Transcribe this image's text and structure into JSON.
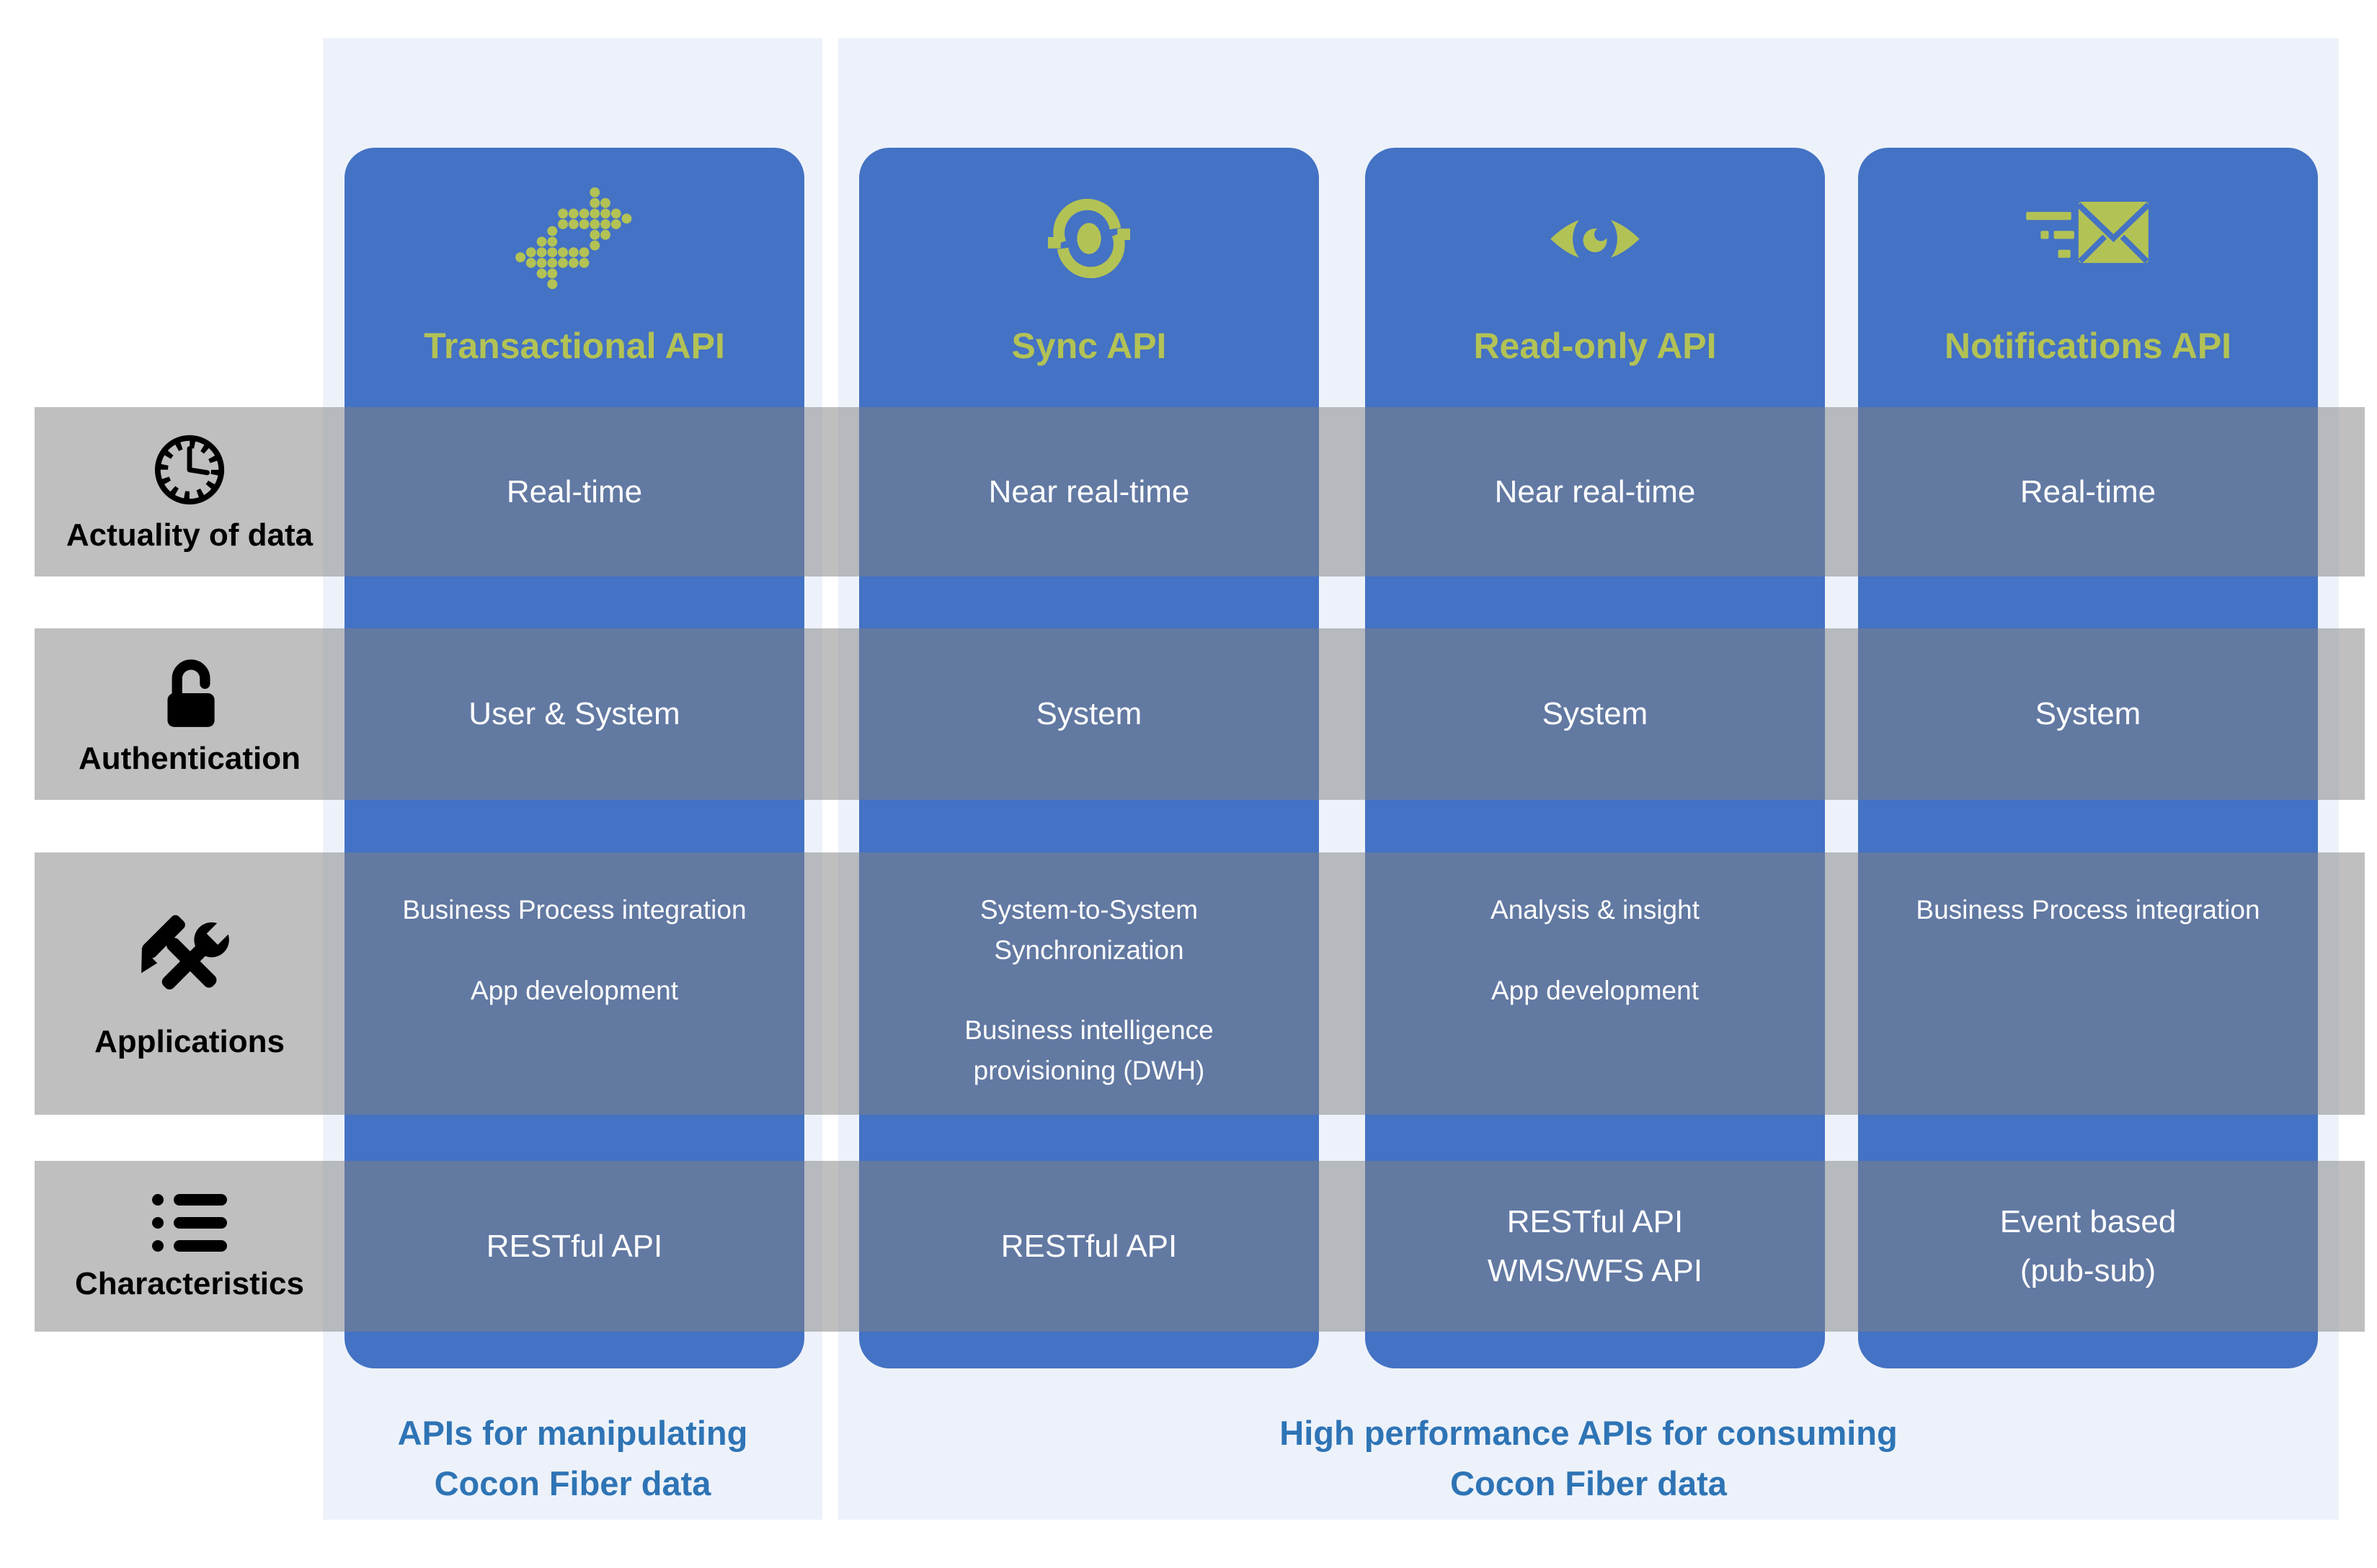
{
  "columns": [
    {
      "title": "Transactional API",
      "icon": "transfer-arrows-icon"
    },
    {
      "title": "Sync API",
      "icon": "sync-icon"
    },
    {
      "title": "Read-only API",
      "icon": "eye-icon"
    },
    {
      "title": "Notifications API",
      "icon": "mail-send-icon"
    }
  ],
  "rows": [
    {
      "label": "Actuality of data",
      "icon": "clock-icon",
      "cells": [
        [
          "Real-time"
        ],
        [
          "Near real-time"
        ],
        [
          "Near real-time"
        ],
        [
          "Real-time"
        ]
      ]
    },
    {
      "label": "Authentication",
      "icon": "padlock-open-icon",
      "cells": [
        [
          "User & System"
        ],
        [
          "System"
        ],
        [
          "System"
        ],
        [
          "System"
        ]
      ]
    },
    {
      "label": "Applications",
      "icon": "hammer-wrench-icon",
      "cells": [
        [
          "Business Process integration",
          "App development"
        ],
        [
          "System-to-System Synchronization",
          "Business intelligence provisioning (DWH)"
        ],
        [
          "Analysis & insight",
          "App development"
        ],
        [
          "Business Process integration"
        ]
      ]
    },
    {
      "label": "Characteristics",
      "icon": "list-icon",
      "cells": [
        [
          "RESTful API"
        ],
        [
          "RESTful API"
        ],
        [
          "RESTful API",
          "WMS/WFS API"
        ],
        [
          "Event based",
          "(pub-sub)"
        ]
      ]
    }
  ],
  "footnotes": [
    {
      "line1": "APIs for manipulating",
      "line2": "Cocon Fiber data"
    },
    {
      "line1": "High performance APIs for consuming",
      "line2": "Cocon Fiber data"
    }
  ],
  "colors": {
    "card_blue": "#4472c4",
    "panel_light_blue": "#edf2fa",
    "band_gray": "#bfbfbf",
    "cell_muted_blue": "#68779b",
    "accent_green": "#b3c255",
    "caption_blue": "#2e74b5"
  }
}
